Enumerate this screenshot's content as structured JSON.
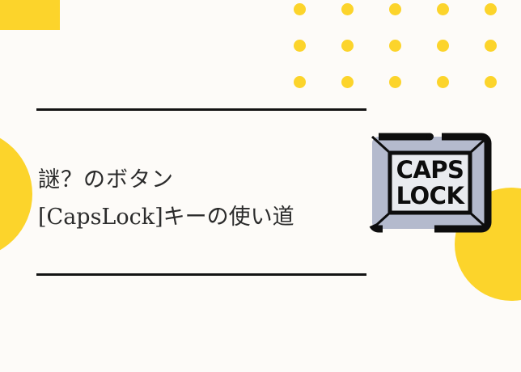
{
  "page": {
    "background_color": "#fdfbf8",
    "accent_color": "#fcd42b",
    "ink_color": "#131313"
  },
  "title": {
    "line1": "謎？のボタン",
    "line2": "[CapsLock]キーの使い道"
  },
  "key_illustration": {
    "icon_name": "capslock-key-icon",
    "line1": "CAPS",
    "line2": "LOCK",
    "outline_color": "#0d0d0d",
    "bevel_color": "#b4bacd",
    "face_color": "#e9ebef"
  },
  "decorations": {
    "square_label": "yellow-square",
    "circle_left_label": "yellow-circle-left",
    "circle_bottom_right_label": "yellow-circle-bottom-right",
    "dot_grid": {
      "columns": 5,
      "rows": 3,
      "dot_color": "#fcd42b",
      "dot_size": 15,
      "col_spacing": 59,
      "row_spacing": 45
    }
  },
  "rules": {
    "top_label": "divider-top",
    "bottom_label": "divider-bottom"
  }
}
